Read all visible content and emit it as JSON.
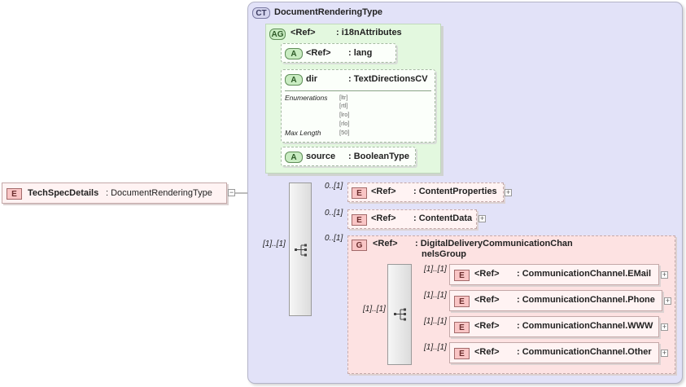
{
  "root": {
    "badge": "E",
    "name": "TechSpecDetails",
    "type": ": DocumentRenderingType",
    "toggle": "−"
  },
  "complex_type": {
    "badge": "CT",
    "name": "DocumentRenderingType"
  },
  "attribute_group": {
    "badge": "AG",
    "ref": "<Ref>",
    "type": ": i18nAttributes"
  },
  "attributes": [
    {
      "badge": "A",
      "name": "<Ref>",
      "type": ": lang"
    },
    {
      "badge": "A",
      "name": "dir",
      "type": ": TextDirectionsCV",
      "facets": {
        "enumerations_label": "Enumerations",
        "enumerations": [
          "[ltr]",
          "[rtl]",
          "[lro]",
          "[rlo]"
        ],
        "max_length_label": "Max Length",
        "max_length": "[50]"
      }
    },
    {
      "badge": "A",
      "name": "source",
      "type": ": BooleanType"
    }
  ],
  "sequence": {
    "occurrence": "[1]..[1]",
    "children": [
      {
        "occurrence": "0..[1]",
        "badge": "E",
        "ref": "<Ref>",
        "type": ": ContentProperties",
        "expand": "+"
      },
      {
        "occurrence": "0..[1]",
        "badge": "E",
        "ref": "<Ref>",
        "type": ": ContentData",
        "expand": "+"
      }
    ]
  },
  "group": {
    "occurrence": "0..[1]",
    "badge": "G",
    "ref": "<Ref>",
    "type_line1": ": DigitalDeliveryCommunicationChan",
    "type_line2": "nelsGroup",
    "sequence_occurrence": "[1]..[1]",
    "children": [
      {
        "occurrence": "[1]..[1]",
        "badge": "E",
        "ref": "<Ref>",
        "type": ": CommunicationChannel.EMail",
        "expand": "+"
      },
      {
        "occurrence": "[1]..[1]",
        "badge": "E",
        "ref": "<Ref>",
        "type": ": CommunicationChannel.Phone",
        "expand": "+"
      },
      {
        "occurrence": "[1]..[1]",
        "badge": "E",
        "ref": "<Ref>",
        "type": ": CommunicationChannel.WWW",
        "expand": "+"
      },
      {
        "occurrence": "[1]..[1]",
        "badge": "E",
        "ref": "<Ref>",
        "type": ": CommunicationChannel.Other",
        "expand": "+"
      }
    ]
  },
  "colors": {
    "complex_type_bg": "#e2e2f8",
    "attribute_group_bg": "#e3f8df",
    "element_badge": "#f9c5c5",
    "group_bg": "#fde2e2",
    "connector": "#7a7a7a"
  }
}
